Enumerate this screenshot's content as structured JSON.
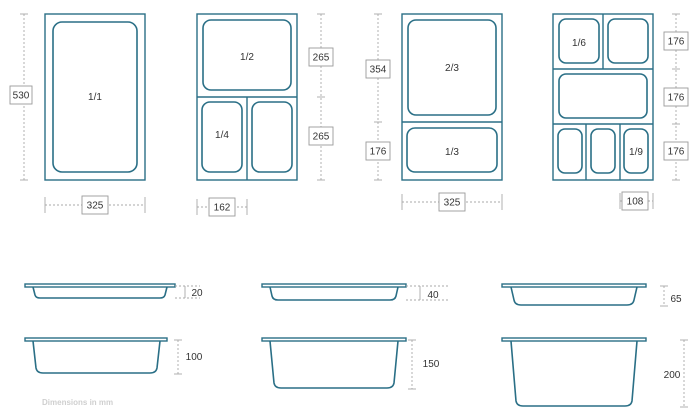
{
  "top_view": {
    "pan_1_1": {
      "fraction": "1/1",
      "height": "530",
      "width": "325"
    },
    "pan_1_2_1_4": {
      "fraction_top": "1/2",
      "fraction_bottom": "1/4",
      "height_top": "265",
      "height_bottom": "265",
      "width": "162"
    },
    "pan_2_3_1_3": {
      "fraction_top": "2/3",
      "fraction_bottom": "1/3",
      "height_top": "354",
      "height_bottom": "176",
      "width": "325"
    },
    "pan_1_6_1_9": {
      "fraction_top": "1/6",
      "fraction_bottom": "1/9",
      "height_1": "176",
      "height_2": "176",
      "height_3": "176",
      "width": "108"
    }
  },
  "side_view": {
    "depths": [
      "20",
      "40",
      "65",
      "100",
      "150",
      "200"
    ]
  },
  "footer": {
    "note": "Dimensions in mm"
  },
  "colors": {
    "pan_stroke": "#2a6f86",
    "dimension_line": "#a8a8a8"
  }
}
